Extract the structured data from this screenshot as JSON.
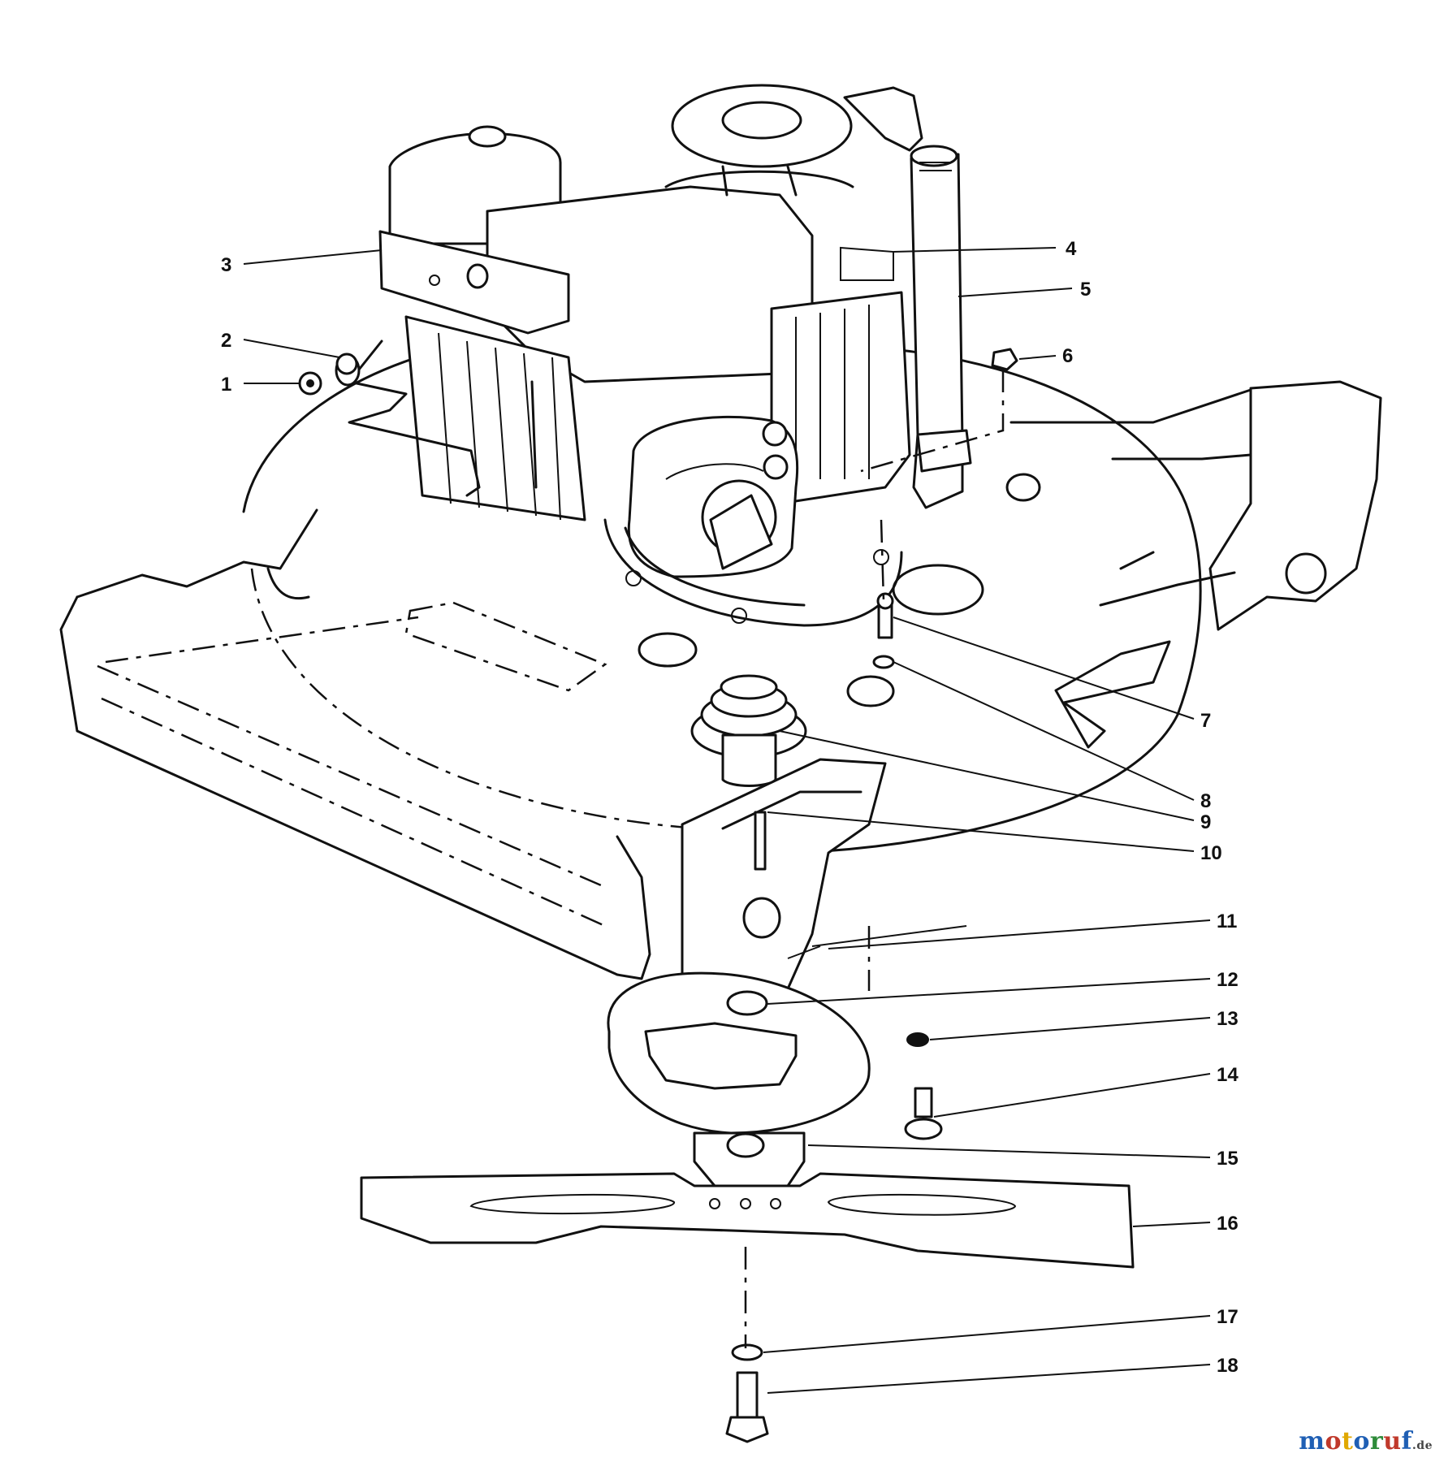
{
  "callouts": [
    {
      "id": "1",
      "label": "1"
    },
    {
      "id": "2",
      "label": "2"
    },
    {
      "id": "3",
      "label": "3"
    },
    {
      "id": "4",
      "label": "4"
    },
    {
      "id": "5",
      "label": "5"
    },
    {
      "id": "6",
      "label": "6"
    },
    {
      "id": "7",
      "label": "7"
    },
    {
      "id": "8",
      "label": "8"
    },
    {
      "id": "9",
      "label": "9"
    },
    {
      "id": "10",
      "label": "10"
    },
    {
      "id": "11",
      "label": "11"
    },
    {
      "id": "12",
      "label": "12"
    },
    {
      "id": "13",
      "label": "13"
    },
    {
      "id": "14",
      "label": "14"
    },
    {
      "id": "15",
      "label": "15"
    },
    {
      "id": "16",
      "label": "16"
    },
    {
      "id": "17",
      "label": "17"
    },
    {
      "id": "18",
      "label": "18"
    }
  ],
  "watermark": {
    "letters": [
      "m",
      "o",
      "t",
      "o",
      "r",
      "u",
      "f"
    ],
    "letter_colors": [
      "#1f5fb4",
      "#c0392b",
      "#e0a800",
      "#1f5fb4",
      "#2e8b3a",
      "#c0392b",
      "#1f5fb4"
    ],
    "suffix": ".de"
  },
  "colors": {
    "line": "#111111",
    "background": "#ffffff"
  }
}
